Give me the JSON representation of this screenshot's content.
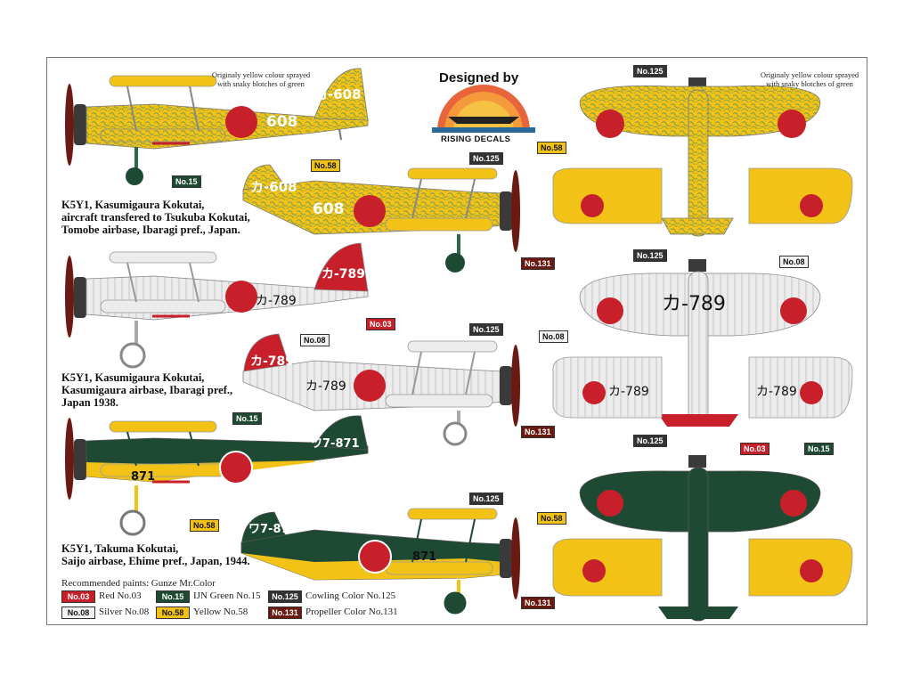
{
  "sheet": {
    "logo": {
      "title": "Designed by",
      "subtitle": "RISING DECALS"
    },
    "notes": {
      "left": "Originaly yellow colour sprayed with snaky blotches of green",
      "right": "Originaly yellow colour sprayed with snaky blotches of green"
    },
    "captions": {
      "aircraft1": [
        "K5Y1, Kasumigaura Kokutai,",
        "aircraft transfered to Tsukuba Kokutai,",
        "Tomobe airbase, Ibaragi pref., Japan."
      ],
      "aircraft2": [
        "K5Y1, Kasumigaura Kokutai,",
        "Kasumigaura airbase, Ibaragi pref.,",
        "Japan 1938."
      ],
      "aircraft3": [
        "K5Y1, Takuma Kokutai,",
        "Saijo airbase, Ehime pref., Japan, 1944."
      ]
    },
    "markings": {
      "a1": "カ-608",
      "a1_fuselage": "608",
      "a2": "カ-789",
      "a3": "ワ7-871",
      "a3_fuselage": "871"
    },
    "tags": {
      "no125": "No.125",
      "no131": "No.131",
      "no15": "No.15",
      "no58": "No.58",
      "no08": "No.08",
      "no03": "No.03"
    },
    "legend": {
      "title": "Recommended paints: Gunze Mr.Color",
      "items": [
        {
          "code": "No.03",
          "label": "Red No.03",
          "color": "#c8202a"
        },
        {
          "code": "No.15",
          "label": "IJN Green No.15",
          "color": "#1e4a33"
        },
        {
          "code": "No.125",
          "label": "Cowling Color No.125",
          "color": "#333333"
        },
        {
          "code": "No.08",
          "label": "Silver No.08",
          "color": "#f2f2f2"
        },
        {
          "code": "No.58",
          "label": "Yellow No.58",
          "color": "#f2c316"
        },
        {
          "code": "No.131",
          "label": "Propeller Color No.131",
          "color": "#6b1a12"
        }
      ]
    },
    "colors": {
      "yellow": "#f2c316",
      "camo": "#9aa84a",
      "green": "#1e4a33",
      "silver": "#ececec",
      "red": "#c8202a",
      "cowling": "#3a3a3a",
      "prop": "#6b1a12"
    }
  }
}
